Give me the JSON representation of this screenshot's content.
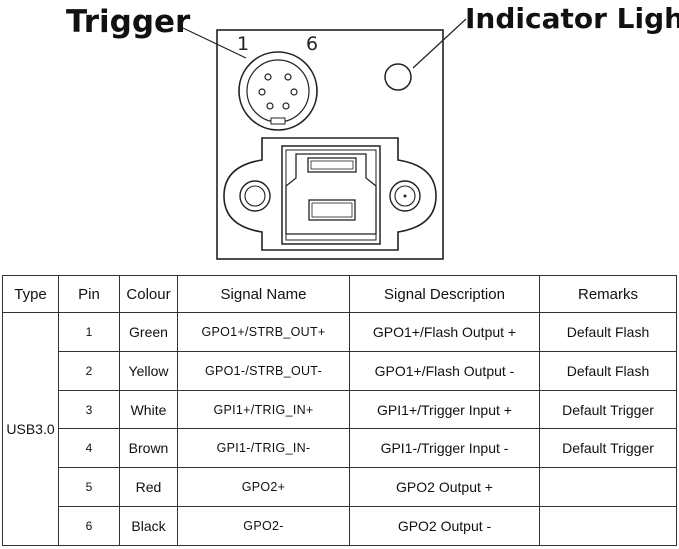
{
  "diagram": {
    "trigger_label": "Trigger",
    "indicator_label": "Indicator Light",
    "pin_left_label": "1",
    "pin_right_label": "6"
  },
  "table": {
    "headers": [
      "Type",
      "Pin",
      "Colour",
      "Signal Name",
      "Signal Description",
      "Remarks"
    ],
    "type_value": "USB3.0",
    "rows": [
      {
        "pin": "1",
        "colour": "Green",
        "signal": "GPO1+/STRB_OUT+",
        "description": "GPO1+/Flash Output +",
        "remarks": "Default Flash"
      },
      {
        "pin": "2",
        "colour": "Yellow",
        "signal": "GPO1-/STRB_OUT-",
        "description": "GPO1+/Flash Output -",
        "remarks": "Default Flash"
      },
      {
        "pin": "3",
        "colour": "White",
        "signal": "GPI1+/TRIG_IN+",
        "description": "GPI1+/Trigger Input +",
        "remarks": "Default Trigger"
      },
      {
        "pin": "4",
        "colour": "Brown",
        "signal": "GPI1-/TRIG_IN-",
        "description": "GPI1-/Trigger Input -",
        "remarks": "Default Trigger"
      },
      {
        "pin": "5",
        "colour": "Red",
        "signal": "GPO2+",
        "description": "GPO2 Output +",
        "remarks": ""
      },
      {
        "pin": "6",
        "colour": "Black",
        "signal": "GPO2-",
        "description": "GPO2 Output -",
        "remarks": ""
      }
    ]
  }
}
